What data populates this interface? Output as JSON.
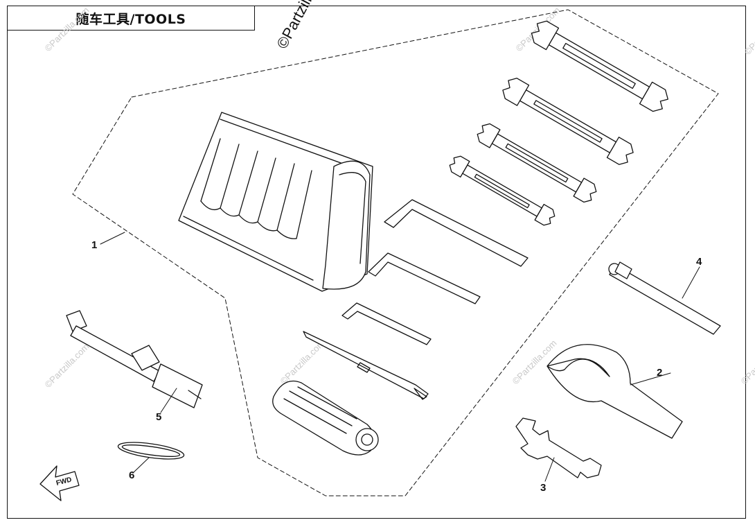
{
  "title": "随车工具/TOOLS",
  "watermark": {
    "main": "©Partzilla.c",
    "repeated": "©Partzilla.com"
  },
  "fwd_label": "FWD",
  "callouts": [
    "1",
    "2",
    "3",
    "4",
    "5",
    "6"
  ],
  "colors": {
    "line": "#111111",
    "watermark": "#c8c8c8",
    "background": "#ffffff"
  }
}
